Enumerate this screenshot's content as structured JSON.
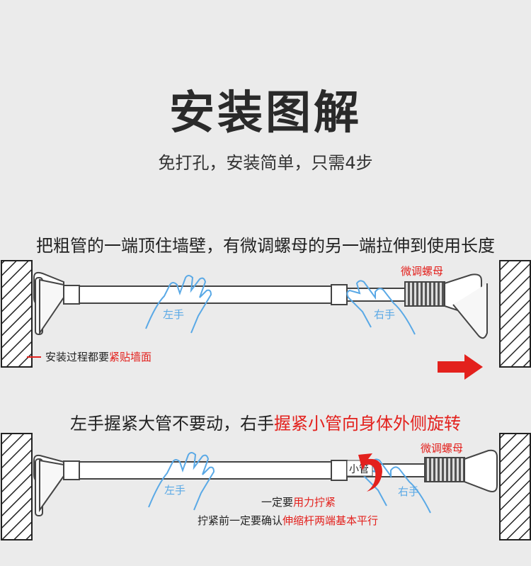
{
  "title": "安装图解",
  "subtitle": "免打孔，安装简单，只需4步",
  "step1": {
    "instruction": "把粗管的一端顶住墙壁，有微调螺母的另一端拉伸到使用长度",
    "nut_label": "微调螺母",
    "left_hand": "左手",
    "right_hand": "右手",
    "note_prefix": "安装过程都要",
    "note_highlight": "紧贴墙面"
  },
  "step2": {
    "instruction_prefix": "左手握紧大管不要动，右手",
    "instruction_highlight": "握紧小管向身体外侧旋转",
    "nut_label": "微调螺母",
    "left_hand": "左手",
    "right_hand": "右手",
    "tube_label": "小管",
    "note1_prefix": "一定要",
    "note1_highlight": "用力拧紧",
    "note2_prefix": "拧紧前一定要确认",
    "note2_highlight": "伸缩杆两端基本平行"
  },
  "colors": {
    "accent_red": "#e3211d",
    "hand_blue": "#5aa9e6",
    "background": "#ebebeb"
  }
}
